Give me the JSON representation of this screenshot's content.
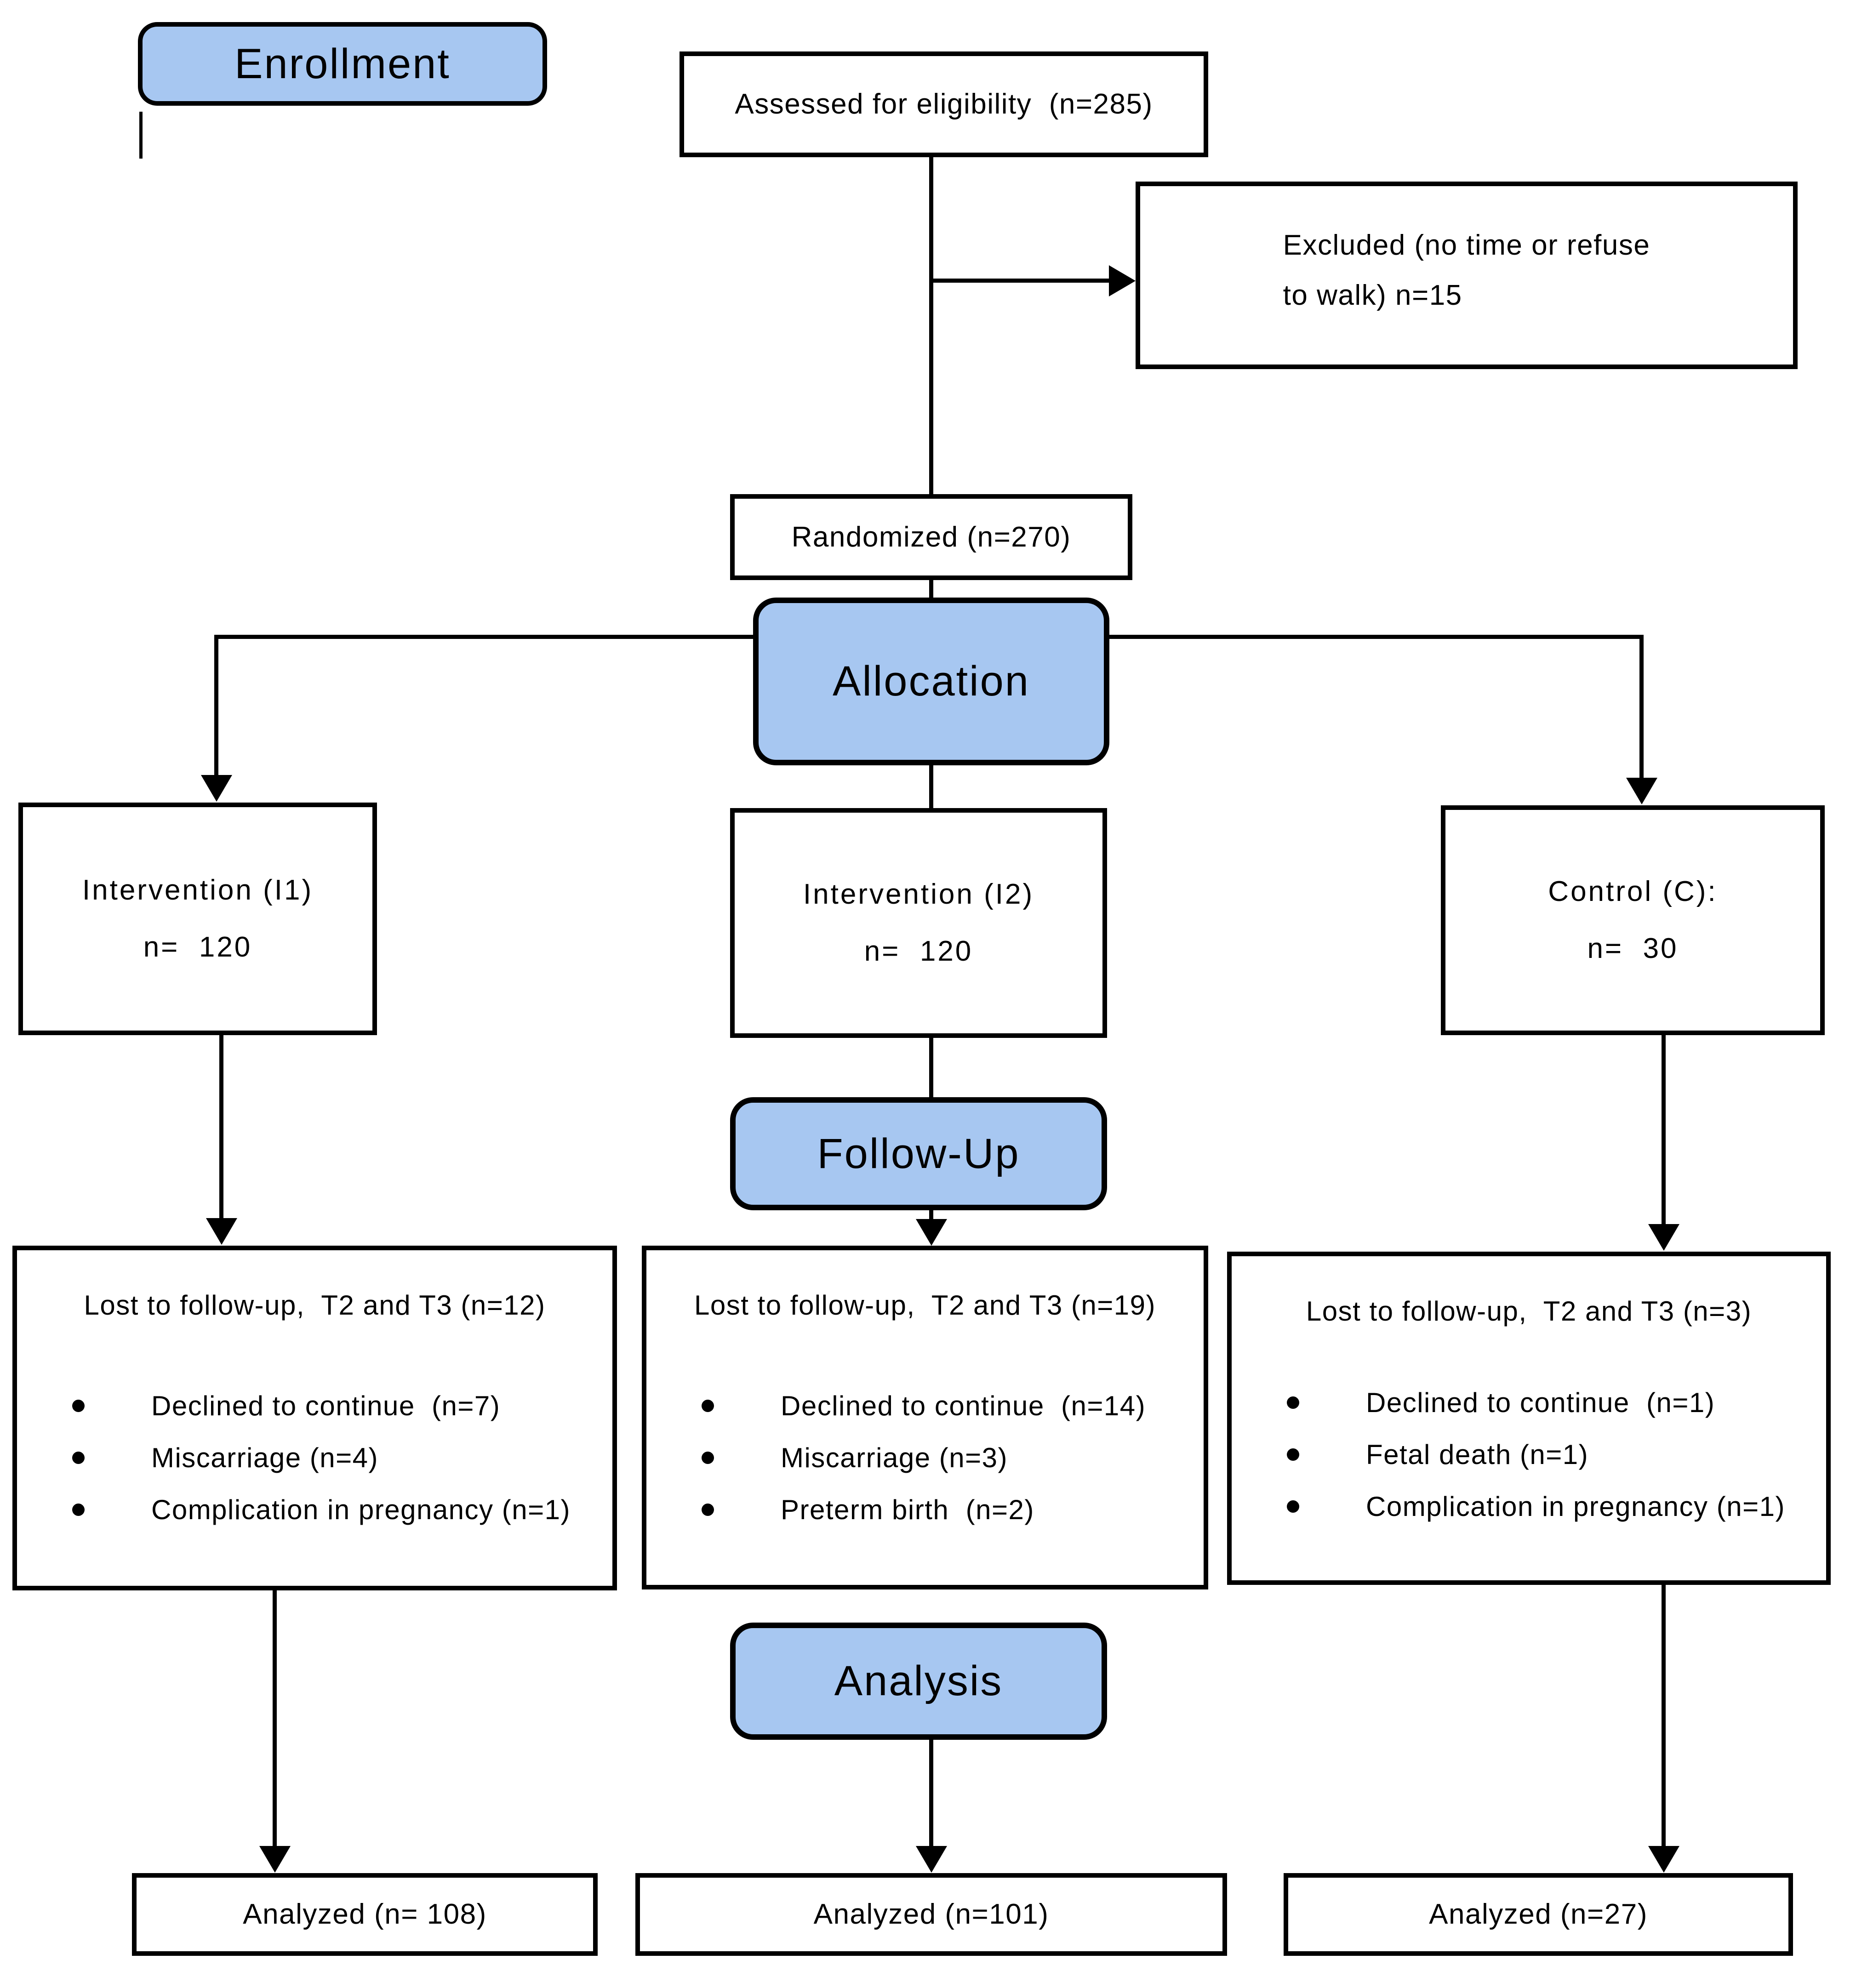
{
  "figure": {
    "type": "consort-flow-diagram",
    "colors": {
      "stage_fill": "#A7C7F1",
      "line": "#000000",
      "box_fill": "#FFFFFF"
    },
    "stages": {
      "enrollment": "Enrollment",
      "allocation": "Allocation",
      "followup": "Follow-Up",
      "analysis": "Analysis"
    },
    "boxes": {
      "assessed": "Assessed for eligibility  (n=285)",
      "excluded": {
        "line1": "Excluded (no time or refuse",
        "line2": "to walk) n=15"
      },
      "randomized": "Randomized (n=270)",
      "group_i1": {
        "title": "Intervention (I1)",
        "n": "n=  120"
      },
      "group_i2": {
        "title": "Intervention (I2)",
        "n": "n=  120"
      },
      "group_c": {
        "title": "Control (C):",
        "n": "n=  30"
      },
      "lost_i1": {
        "title": "Lost to follow-up,  T2 and T3 (n=12)",
        "items": [
          "Declined to continue  (n=7)",
          "Miscarriage (n=4)",
          "Complication in pregnancy (n=1)"
        ]
      },
      "lost_i2": {
        "title": "Lost to follow-up,  T2 and T3 (n=19)",
        "items": [
          "Declined to continue  (n=14)",
          "Miscarriage (n=3)",
          "Preterm birth  (n=2)"
        ]
      },
      "lost_c": {
        "title": "Lost to follow-up,  T2 and T3 (n=3)",
        "items": [
          "Declined to continue  (n=1)",
          "Fetal death (n=1)",
          "Complication in pregnancy (n=1)"
        ]
      },
      "analyzed_i1": "Analyzed (n= 108)",
      "analyzed_i2": "Analyzed (n=101)",
      "analyzed_c": "Analyzed (n=27)"
    }
  }
}
